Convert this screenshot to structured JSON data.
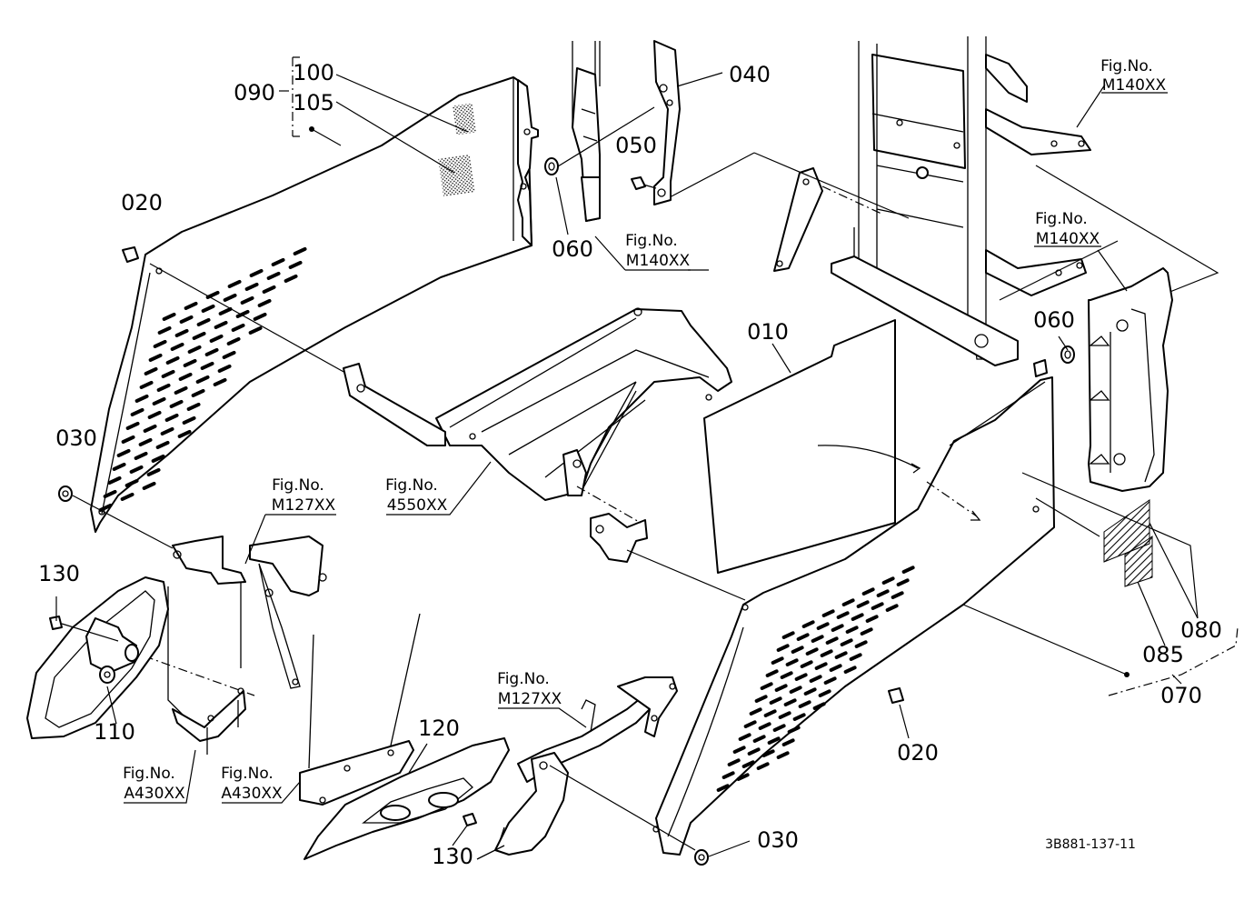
{
  "labels": {
    "l010": "010",
    "l020a": "020",
    "l020b": "020",
    "l030a": "030",
    "l030b": "030",
    "l040": "040",
    "l050": "050",
    "l060a": "060",
    "l060b": "060",
    "l070": "070",
    "l080": "080",
    "l085": "085",
    "l090": "090",
    "l100": "100",
    "l105": "105",
    "l110": "110",
    "l120": "120",
    "l130a": "130",
    "l130b": "130"
  },
  "figrefs": {
    "f1": {
      "title": "Fig.No.",
      "code": "M140XX"
    },
    "f2": {
      "title": "Fig.No.",
      "code": "M140XX"
    },
    "f3": {
      "title": "Fig.No.",
      "code": "M140XX"
    },
    "f4": {
      "title": "Fig.No.",
      "code": "M127XX"
    },
    "f5": {
      "title": "Fig.No.",
      "code": "4550XX"
    },
    "f6": {
      "title": "Fig.No.",
      "code": "M127XX"
    },
    "f7": {
      "title": "Fig.No.",
      "code": "A430XX"
    },
    "f8": {
      "title": "Fig.No.",
      "code": "A430XX"
    }
  },
  "drawing_code": "3B881-137-11"
}
